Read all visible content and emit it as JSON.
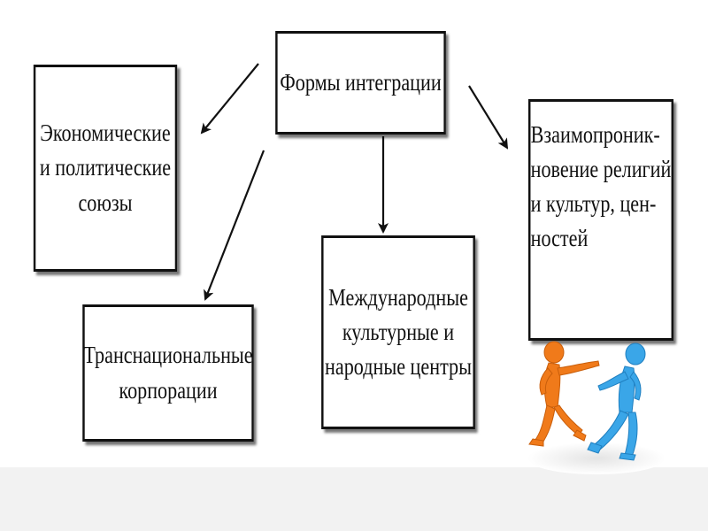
{
  "diagram": {
    "root": {
      "label": "Формы интеграции"
    },
    "nodes": [
      {
        "id": "unions",
        "label": "Экономические\nи политические\nсоюзы"
      },
      {
        "id": "corps",
        "label": "Транснациональные\nкорпорации"
      },
      {
        "id": "centers",
        "label": "Международные\nкультурные и\nнародные центры"
      },
      {
        "id": "interp",
        "label": "Взаимопроник-\nновение религий\nи культур, цен-\nностей"
      }
    ]
  },
  "colors": {
    "border": "#111111",
    "figure_orange": "#f07a1a",
    "figure_blue": "#3aa6e8",
    "footer": "#f2f2f2"
  },
  "decoration": {
    "icon": "two-people-talking-figures"
  }
}
